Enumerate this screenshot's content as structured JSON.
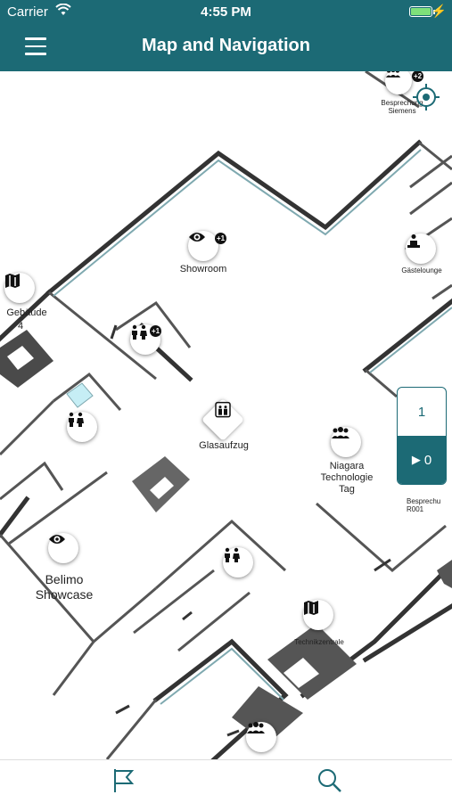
{
  "status_bar": {
    "carrier": "Carrier",
    "time": "4:55 PM"
  },
  "navbar": {
    "title": "Map and Navigation",
    "menu_icon": "hamburger-menu-icon"
  },
  "map": {
    "labels": {
      "showroom": "Showroom",
      "gaestelounge": "Gästelounge",
      "gebaeude": "Gebäude",
      "gebaeude_num": "4",
      "glasaufzug": "Glasaufzug",
      "niagara": "Niagara\nTechnologie\nTag",
      "belimo": "Belimo\nShowcase",
      "technikzentrale": "Technikzentrale",
      "besprechung_top": "Besprechung\nSiemens",
      "besprechung_right": "Besprechu\nR001"
    },
    "badges": {
      "showroom": "+1",
      "toilets_top": "+1",
      "meeting_top": "+2"
    }
  },
  "floor_selector": {
    "floors": [
      "1",
      "0"
    ],
    "selected": "0"
  },
  "tabs": [
    {
      "icon": "flag-icon"
    },
    {
      "icon": "search-icon"
    }
  ],
  "colors": {
    "brand": "#1c6a75",
    "battery": "#7ee07a"
  }
}
